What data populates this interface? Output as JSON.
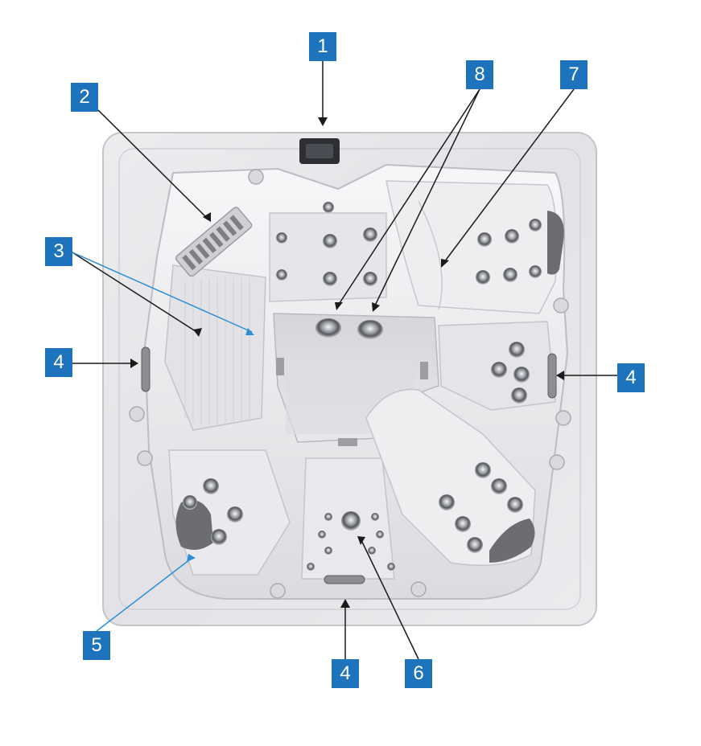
{
  "diagram": {
    "colors": {
      "callout_bg": "#1d74bd",
      "callout_text": "#ffffff",
      "leader_black": "#1a1a1a",
      "leader_blue": "#2a8fd6",
      "shell": "#e9e9ec",
      "cabinet": "#d4d4d8",
      "pillow": "#6b6d72"
    },
    "callouts": {
      "c1": "1",
      "c2": "2",
      "c3": "3",
      "c4a": "4",
      "c4b": "4",
      "c4c": "4",
      "c5": "5",
      "c6": "6",
      "c7": "7",
      "c8": "8"
    },
    "icons": [
      "hot-tub-top-view",
      "jet-icon",
      "pillow-icon",
      "skimmer-icon",
      "grab-handle-icon"
    ]
  }
}
